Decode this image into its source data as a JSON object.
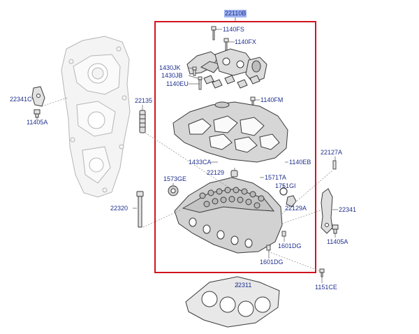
{
  "diagram": {
    "assembly_label": "22110B",
    "labels": {
      "l1140FS": "1140FS",
      "l1140FX": "1140FX",
      "l1430JK": "1430JK",
      "l1430JB": "1430JB",
      "l1140EU": "1140EU",
      "l1140FM": "1140FM",
      "l22135": "22135",
      "l22341C": "22341C",
      "l11405A_left": "11405A",
      "l1433CA": "1433CA",
      "l1140EB": "1140EB",
      "l22127A": "22127A",
      "l22129_top": "22129",
      "l1571TA": "1571TA",
      "l1573GE": "1573GE",
      "l1751GI": "1751GI",
      "l22320": "22320",
      "l22129A": "22129A",
      "l22341": "22341",
      "l11405A_right": "11405A",
      "l1601DG_a": "1601DG",
      "l1601DG_b": "1601DG",
      "l1151CE": "1151CE",
      "l22311": "22311"
    },
    "colors": {
      "frame": "#d0141e",
      "label": "#1f2f8f",
      "highlight": "#9fb4f0",
      "line": "#555555",
      "part_stroke": "#3a3a3a",
      "part_fill": "#d9d9d9",
      "ghost_stroke": "#b5b5b5"
    }
  }
}
